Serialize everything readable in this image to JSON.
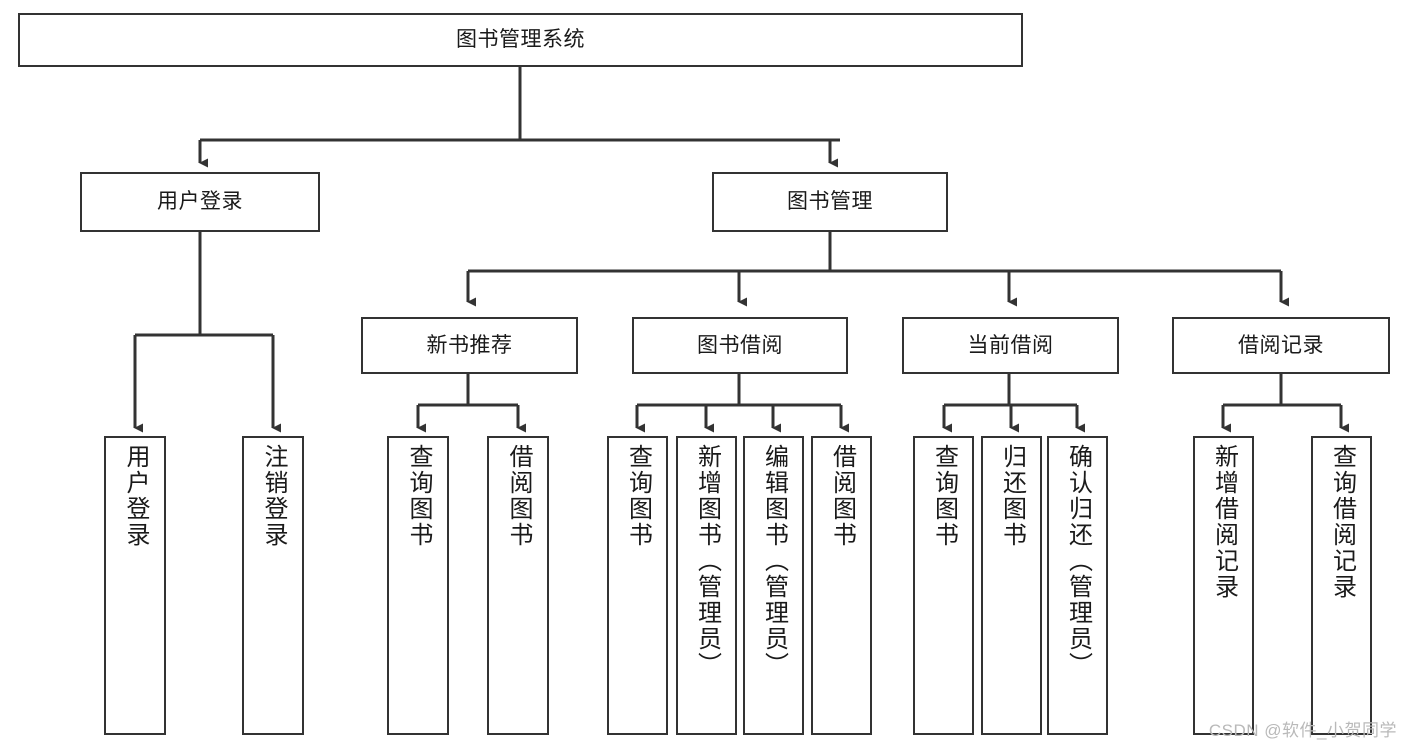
{
  "diagram": {
    "type": "tree",
    "title": "图书管理系统",
    "watermark": "CSDN @软件_小贺同学",
    "colors": {
      "background": "#ffffff",
      "stroke": "#333333",
      "text": "#1a1a1a",
      "watermark": "#b9b9b9"
    },
    "root": {
      "id": "root",
      "label": "图书管理系统"
    },
    "level1": [
      {
        "id": "user-login",
        "label": "用户登录"
      },
      {
        "id": "book-manage",
        "label": "图书管理"
      }
    ],
    "level2": [
      {
        "id": "new-book-rec",
        "label": "新书推荐",
        "parent": "book-manage"
      },
      {
        "id": "book-borrow",
        "label": "图书借阅",
        "parent": "book-manage"
      },
      {
        "id": "current-borrow",
        "label": "当前借阅",
        "parent": "book-manage"
      },
      {
        "id": "borrow-record",
        "label": "借阅记录",
        "parent": "book-manage"
      }
    ],
    "leaves": [
      {
        "id": "leaf-user-login",
        "label": "用户登录",
        "parent": "user-login"
      },
      {
        "id": "leaf-logout",
        "label": "注销登录",
        "parent": "user-login"
      },
      {
        "id": "leaf-query-book-1",
        "label": "查询图书",
        "parent": "new-book-rec"
      },
      {
        "id": "leaf-borrow-book-1",
        "label": "借阅图书",
        "parent": "new-book-rec"
      },
      {
        "id": "leaf-query-book-2",
        "label": "查询图书",
        "parent": "book-borrow"
      },
      {
        "id": "leaf-add-book",
        "label": "新增图书（管理员）",
        "parent": "book-borrow"
      },
      {
        "id": "leaf-edit-book",
        "label": "编辑图书（管理员）",
        "parent": "book-borrow"
      },
      {
        "id": "leaf-borrow-book-2",
        "label": "借阅图书",
        "parent": "book-borrow"
      },
      {
        "id": "leaf-query-book-3",
        "label": "查询图书",
        "parent": "current-borrow"
      },
      {
        "id": "leaf-return-book",
        "label": "归还图书",
        "parent": "current-borrow"
      },
      {
        "id": "leaf-confirm-return",
        "label": "确认归还（管理员）",
        "parent": "current-borrow"
      },
      {
        "id": "leaf-add-record",
        "label": "新增借阅记录",
        "parent": "borrow-record"
      },
      {
        "id": "leaf-query-record",
        "label": "查询借阅记录",
        "parent": "borrow-record"
      }
    ]
  }
}
